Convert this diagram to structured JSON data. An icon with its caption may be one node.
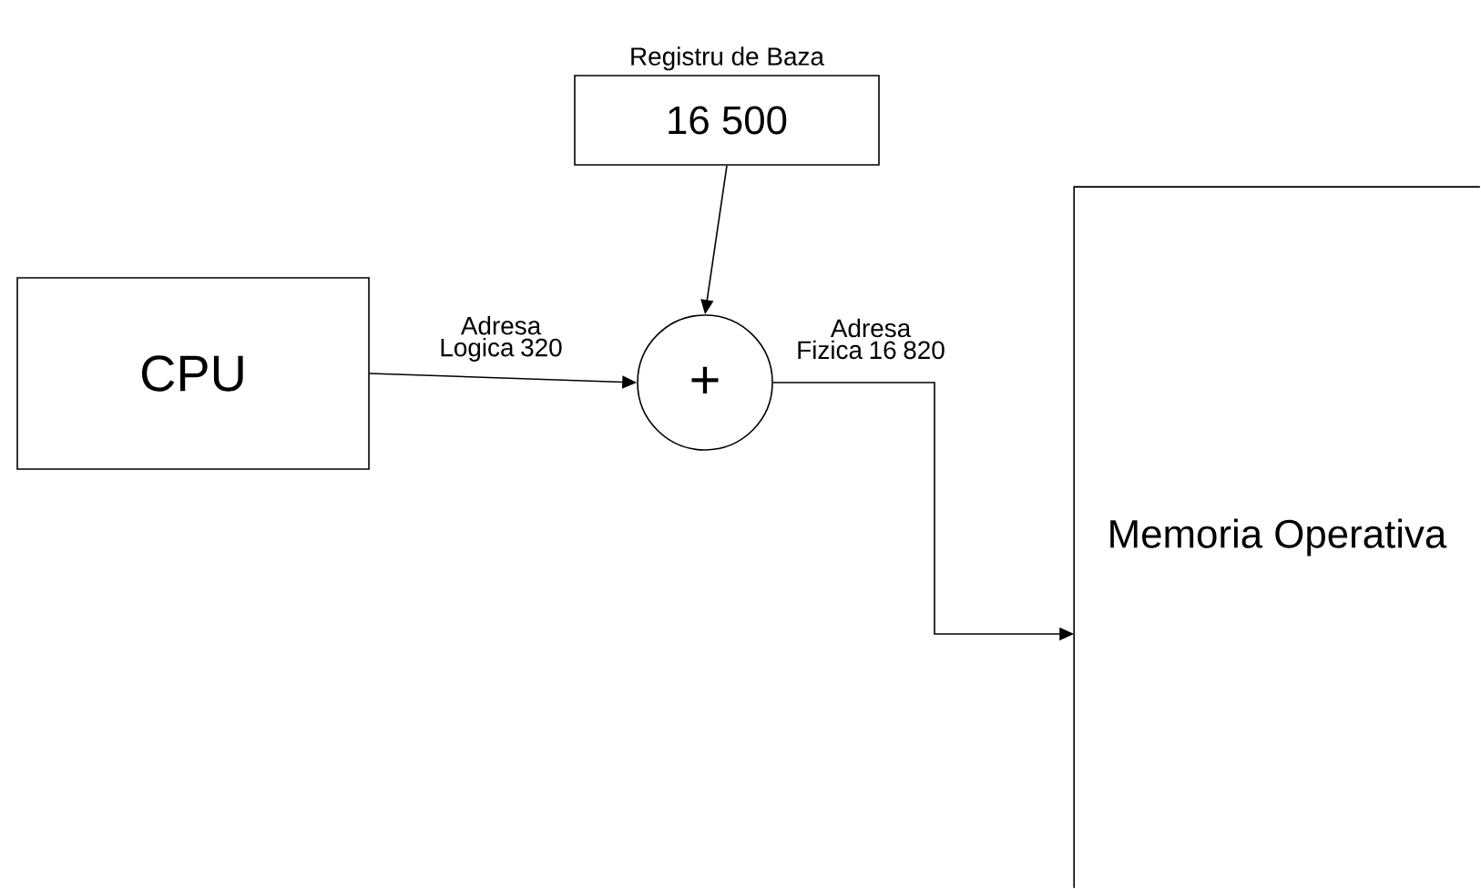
{
  "diagram": {
    "nodes": [
      {
        "text": [
          "CPU"
        ]
      },
      {
        "text": [
          "Registru de Baza",
          "16 500"
        ]
      },
      {
        "text": [
          "+"
        ]
      },
      {
        "text": [
          "Memoria Operativa"
        ]
      }
    ],
    "edges": [
      {
        "from": 0,
        "to": 2,
        "arrow": "to",
        "label": "Adresa Logica 320"
      },
      {
        "from": 1,
        "to": 2,
        "arrow": "to"
      },
      {
        "from": 2,
        "to": 3,
        "arrow": "to",
        "label": "Adresa Fizica 16 820"
      }
    ]
  }
}
